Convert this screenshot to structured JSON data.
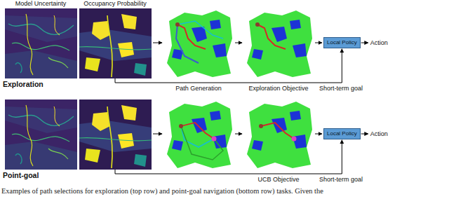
{
  "diagram": {
    "caption": "Examples of path selections for exploration (top row) and point-goal navigation (bottom row) tasks. Given the",
    "nodes": [
      {
        "text": [
          "Local Policy"
        ]
      },
      {
        "text": [
          "Local Policy"
        ]
      }
    ],
    "labels": [
      "Model Uncertainty",
      "Occupancy Probability",
      "Exploration",
      "Path Generation",
      "Exploration Objective",
      "Short-term goal",
      "Action",
      "Point-goal",
      "UCB Objective",
      "Short-term goal",
      "Action"
    ]
  }
}
